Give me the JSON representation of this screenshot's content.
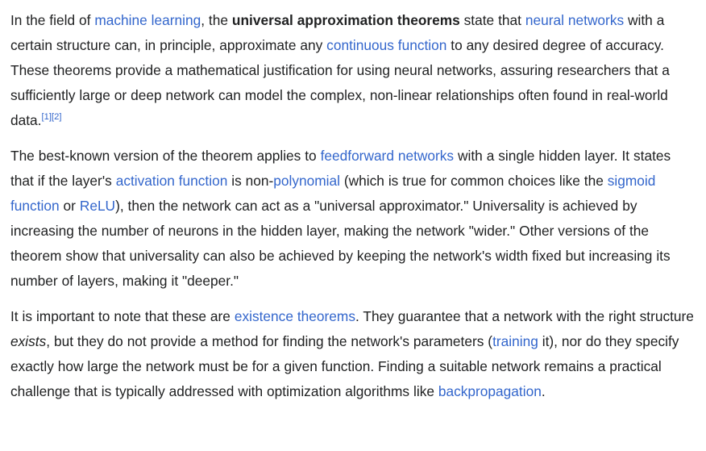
{
  "article": {
    "colors": {
      "text": "#202122",
      "link": "#3366cc",
      "background": "#ffffff"
    },
    "paragraphs": [
      {
        "id": "paragraph-1",
        "segments": [
          {
            "type": "text",
            "value": "In the field of "
          },
          {
            "type": "link",
            "value": "machine learning",
            "name": "link-machine-learning"
          },
          {
            "type": "text",
            "value": ", the "
          },
          {
            "type": "bold",
            "value": "universal approximation theorems",
            "name": "term-universal-approximation-theorems"
          },
          {
            "type": "text",
            "value": " state that "
          },
          {
            "type": "link",
            "value": "neural networks",
            "name": "link-neural-networks"
          },
          {
            "type": "text",
            "value": " with a certain structure can, in principle, approximate any "
          },
          {
            "type": "link",
            "value": "continuous function",
            "name": "link-continuous-function"
          },
          {
            "type": "text",
            "value": " to any desired degree of accuracy. These theorems provide a mathematical justification for using neural networks, assuring researchers that a sufficiently large or deep network can model the complex, non-linear relationships often found in real-world data."
          },
          {
            "type": "citation",
            "value": "[1]",
            "name": "citation-1"
          },
          {
            "type": "citation",
            "value": "[2]",
            "name": "citation-2"
          }
        ]
      },
      {
        "id": "paragraph-2",
        "segments": [
          {
            "type": "text",
            "value": "The best-known version of the theorem applies to "
          },
          {
            "type": "link",
            "value": "feedforward networks",
            "name": "link-feedforward-networks"
          },
          {
            "type": "text",
            "value": " with a single hidden layer. It states that if the layer's "
          },
          {
            "type": "link",
            "value": "activation function",
            "name": "link-activation-function"
          },
          {
            "type": "text",
            "value": " is non-"
          },
          {
            "type": "link",
            "value": "polynomial",
            "name": "link-polynomial"
          },
          {
            "type": "text",
            "value": " (which is true for common choices like the "
          },
          {
            "type": "link",
            "value": "sigmoid function",
            "name": "link-sigmoid-function"
          },
          {
            "type": "text",
            "value": " or "
          },
          {
            "type": "link",
            "value": "ReLU",
            "name": "link-relu"
          },
          {
            "type": "text",
            "value": "), then the network can act as a \"universal approximator.\" Universality is achieved by increasing the number of neurons in the hidden layer, making the network \"wider.\" Other versions of the theorem show that universality can also be achieved by keeping the network's width fixed but increasing its number of layers, making it \"deeper.\""
          }
        ]
      },
      {
        "id": "paragraph-3",
        "segments": [
          {
            "type": "text",
            "value": "It is important to note that these are "
          },
          {
            "type": "link",
            "value": "existence theorems",
            "name": "link-existence-theorems"
          },
          {
            "type": "text",
            "value": ". They guarantee that a network with the right structure "
          },
          {
            "type": "italic",
            "value": "exists",
            "name": "emphasis-exists"
          },
          {
            "type": "text",
            "value": ", but they do not provide a method for finding the network's parameters ("
          },
          {
            "type": "link",
            "value": "training",
            "name": "link-training"
          },
          {
            "type": "text",
            "value": " it), nor do they specify exactly how large the network must be for a given function. Finding a suitable network remains a practical challenge that is typically addressed with optimization algorithms like "
          },
          {
            "type": "link",
            "value": "backpropagation",
            "name": "link-backpropagation"
          },
          {
            "type": "text",
            "value": "."
          }
        ]
      }
    ]
  }
}
